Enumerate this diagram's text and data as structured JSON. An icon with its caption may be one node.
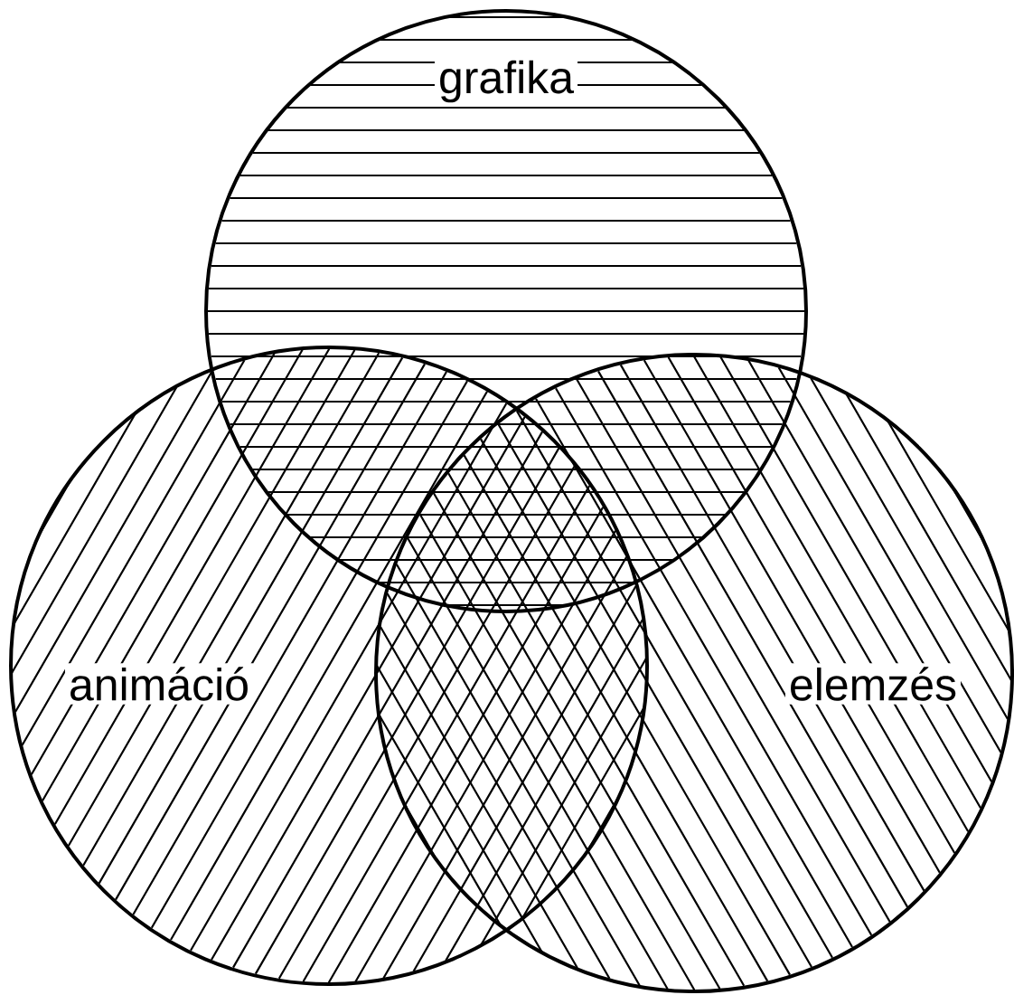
{
  "diagram": {
    "nodes": [
      {
        "text": [
          "grafika"
        ]
      },
      {
        "text": [
          "animáció"
        ]
      },
      {
        "text": [
          "elemzés"
        ]
      }
    ]
  }
}
